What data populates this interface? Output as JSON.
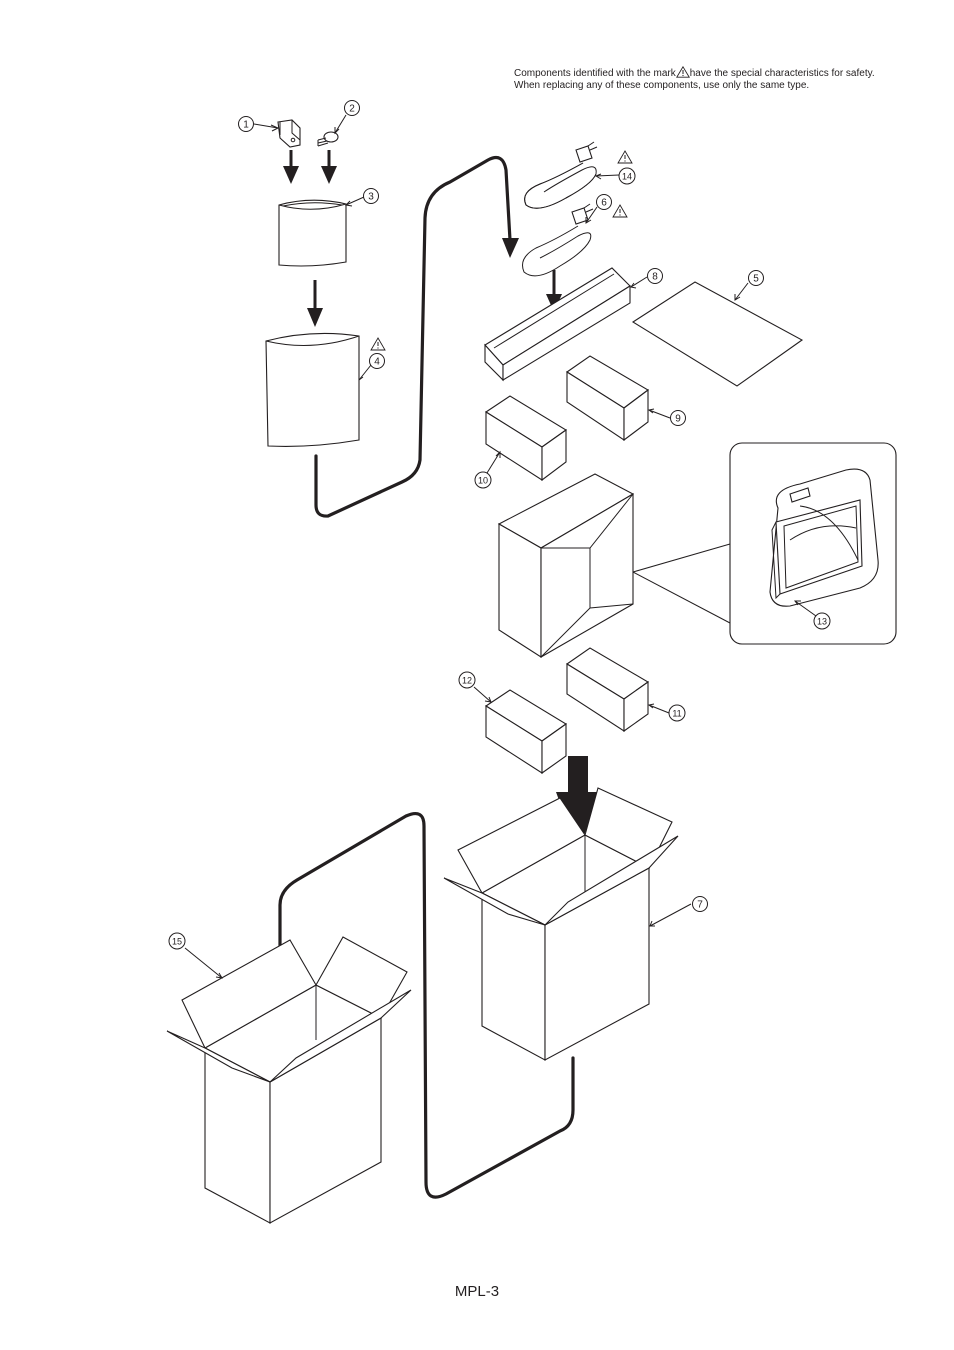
{
  "safety_note": {
    "line1_before": "Components identified with the mark",
    "line1_after": "have the special characteristics for safety.",
    "line2": "When replacing any of these components, use only the same type."
  },
  "callouts": [
    {
      "id": "c1",
      "label": "1"
    },
    {
      "id": "c2",
      "label": "2"
    },
    {
      "id": "c3",
      "label": "3"
    },
    {
      "id": "c4",
      "label": "4"
    },
    {
      "id": "c5",
      "label": "5"
    },
    {
      "id": "c6",
      "label": "6"
    },
    {
      "id": "c7",
      "label": "7"
    },
    {
      "id": "c8",
      "label": "8"
    },
    {
      "id": "c9",
      "label": "9"
    },
    {
      "id": "c10",
      "label": "10"
    },
    {
      "id": "c11",
      "label": "11"
    },
    {
      "id": "c12",
      "label": "12"
    },
    {
      "id": "c13",
      "label": "13"
    },
    {
      "id": "c14",
      "label": "14"
    },
    {
      "id": "c15",
      "label": "15"
    }
  ],
  "footer": {
    "page_label": "MPL-3"
  },
  "icons": [
    "warning-triangle-icon"
  ]
}
